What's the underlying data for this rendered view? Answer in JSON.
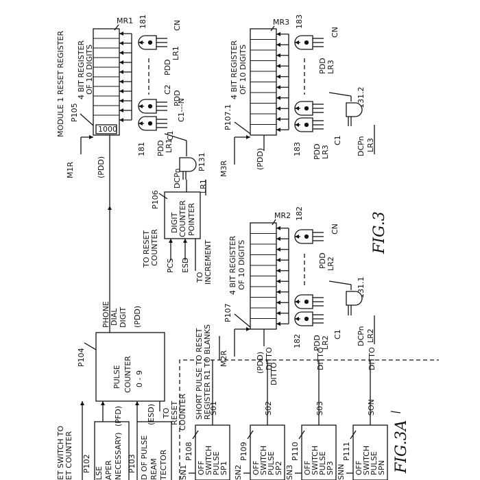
{
  "figures": {
    "fig3": "FIG.3",
    "fig3a": "FIG.3A"
  },
  "headings": {
    "module1_reset_register": "MODULE 1 RESET REGISTER"
  },
  "registers": {
    "mr1": {
      "ref": "MR1",
      "title_line1": "4 BIT REGISTER",
      "title_line2": "OF 10 DIGITS",
      "pin": "P105",
      "value": "1000",
      "input": "M1R",
      "pdd": "(PDD)"
    },
    "mr2": {
      "ref": "MR2",
      "title_line1": "4 BIT REGISTER",
      "title_line2": "OF 10 DIGITS",
      "pin": "P107",
      "input": "M2R",
      "pdd": "(PDD)"
    },
    "mr3": {
      "ref": "MR3",
      "title_line1": "4 BIT REGISTER",
      "title_line2": "OF 10 DIGITS",
      "pin": "P107.1",
      "input": "M3R",
      "pdd": "(PDD)"
    }
  },
  "gates": {
    "g181a": "181",
    "g181b": "181",
    "g182a": "182",
    "g182b": "182",
    "g183a": "183",
    "g183b": "183",
    "g131": "P131",
    "g131_1": "131.1",
    "g131_2": "131.2"
  },
  "signals": {
    "cn": "CN",
    "c1": "C1",
    "c2": "C2",
    "c1_to_n": "C1---N",
    "pdd": "PDD",
    "lr1": "LR1",
    "lr2": "LR2",
    "lr3": "LR3",
    "dcpn": "DCPn",
    "dcpn_lr2": "DCPn",
    "dcpn_lr3": "DCPn",
    "lr2_bar": "LR2",
    "lr3_bar": "LR3",
    "lr1_bar": "LR1"
  },
  "counters": {
    "p106": {
      "pin": "P106",
      "line1": "DIGIT",
      "line2": "COUNTER",
      "line3": "POINTER",
      "to_reset_1": "TO RESET",
      "to_reset_2": "COUNTER",
      "pcs": "PCS",
      "esd": "ESD",
      "to": "TO",
      "increment": "INCREMENT"
    },
    "p104": {
      "pin": "P104",
      "line1": "PULSE",
      "line2": "COUNTER",
      "line3": "0 - 9",
      "phone": "PHONE",
      "dial": "DIAL",
      "digit": "DIGIT",
      "pdd": "(PDD)",
      "pfd": "(PFD)",
      "esd": "(ESD)",
      "to": "TO",
      "reset": "RESET",
      "counter": "COUNTER"
    }
  },
  "short_pulse": {
    "line1": "SHORT PULSE TO RESET",
    "line2": "REGISTER R1 TO BLANKS"
  },
  "switches": [
    {
      "pin": "P108",
      "l1": "OFF",
      "l2": "SWITCH",
      "l3": "PULSE",
      "l4": "SP1",
      "out": "S01",
      "side": "SN1",
      "ditto": ""
    },
    {
      "pin": "P109",
      "l1": "OFF",
      "l2": "SWITCH",
      "l3": "PULSE",
      "l4": "SP2",
      "out": "S02",
      "side": "SN2",
      "ditto": "DITTO"
    },
    {
      "pin": "P110",
      "l1": "OFF",
      "l2": "SWITCH",
      "l3": "PULSE",
      "l4": "SP3",
      "out": "S03",
      "side": "SN3",
      "ditto": "DITTO"
    },
    {
      "pin": "P111",
      "l1": "OFF",
      "l2": "SWITCH",
      "l3": "PULSE",
      "l4": "SPN",
      "out": "SON",
      "side": "SNN",
      "ditto": "DITTO"
    }
  ],
  "left_boxes": {
    "p102": {
      "pin": "P102",
      "l1": "LSE",
      "l2": "APER",
      "l3": "NECESSARY)"
    },
    "p103": {
      "pin": "P103",
      "l1": "D OF PULSE",
      "l2": "REAM",
      "l3": "TECTOR"
    },
    "switch_to_1": "ET SWITCH TO",
    "switch_to_2": "ET COUNTER",
    "ditto_top": "DITTO"
  }
}
